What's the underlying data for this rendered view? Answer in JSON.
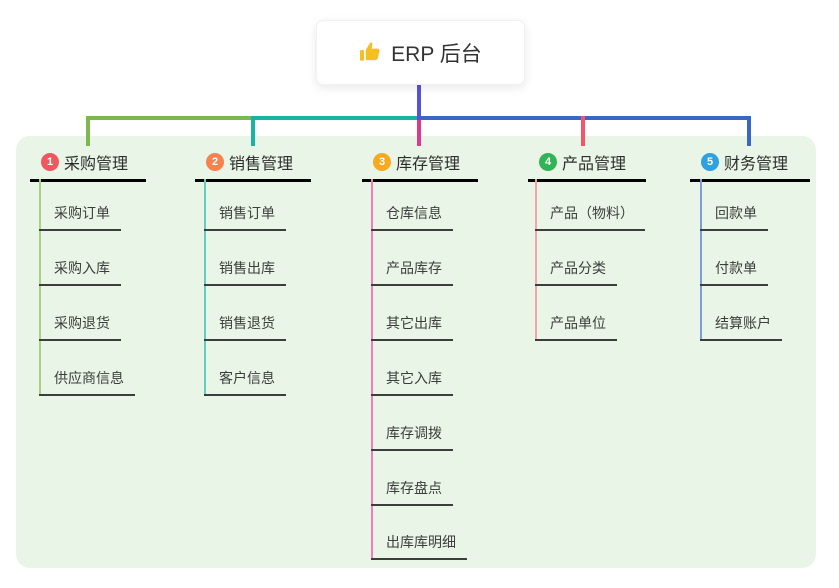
{
  "root": {
    "label": "ERP 后台",
    "icon": "thumbs-up"
  },
  "palette": {
    "canvas_bg": "#FFFFFF",
    "panel_bg": "#E9F5E6",
    "root_connector": "#5654D4",
    "branch_colors": [
      "#7CB84E",
      "#19B2A4",
      "#D93A92",
      "#F3556A",
      "#3C66C4"
    ],
    "child_line_colors": [
      "#A8D288",
      "#66CCC1",
      "#EE7FBC",
      "#F8A2AC",
      "#7E9CD9"
    ],
    "badge_colors": [
      "#F0585F",
      "#F6824D",
      "#F8A91F",
      "#30B457",
      "#2EA1DE"
    ]
  },
  "branches": [
    {
      "badge_num": "1",
      "label": "采购管理",
      "children": [
        "采购订单",
        "采购入库",
        "采购退货",
        "供应商信息"
      ]
    },
    {
      "badge_num": "2",
      "label": "销售管理",
      "children": [
        "销售订单",
        "销售出库",
        "销售退货",
        "客户信息"
      ]
    },
    {
      "badge_num": "3",
      "label": "库存管理",
      "children": [
        "仓库信息",
        "产品库存",
        "其它出库",
        "其它入库",
        "库存调拨",
        "库存盘点",
        "出库库明细"
      ]
    },
    {
      "badge_num": "4",
      "label": "产品管理",
      "children": [
        "产品（物料）",
        "产品分类",
        "产品单位"
      ]
    },
    {
      "badge_num": "5",
      "label": "财务管理",
      "children": [
        "回款单",
        "付款单",
        "结算账户"
      ]
    }
  ]
}
